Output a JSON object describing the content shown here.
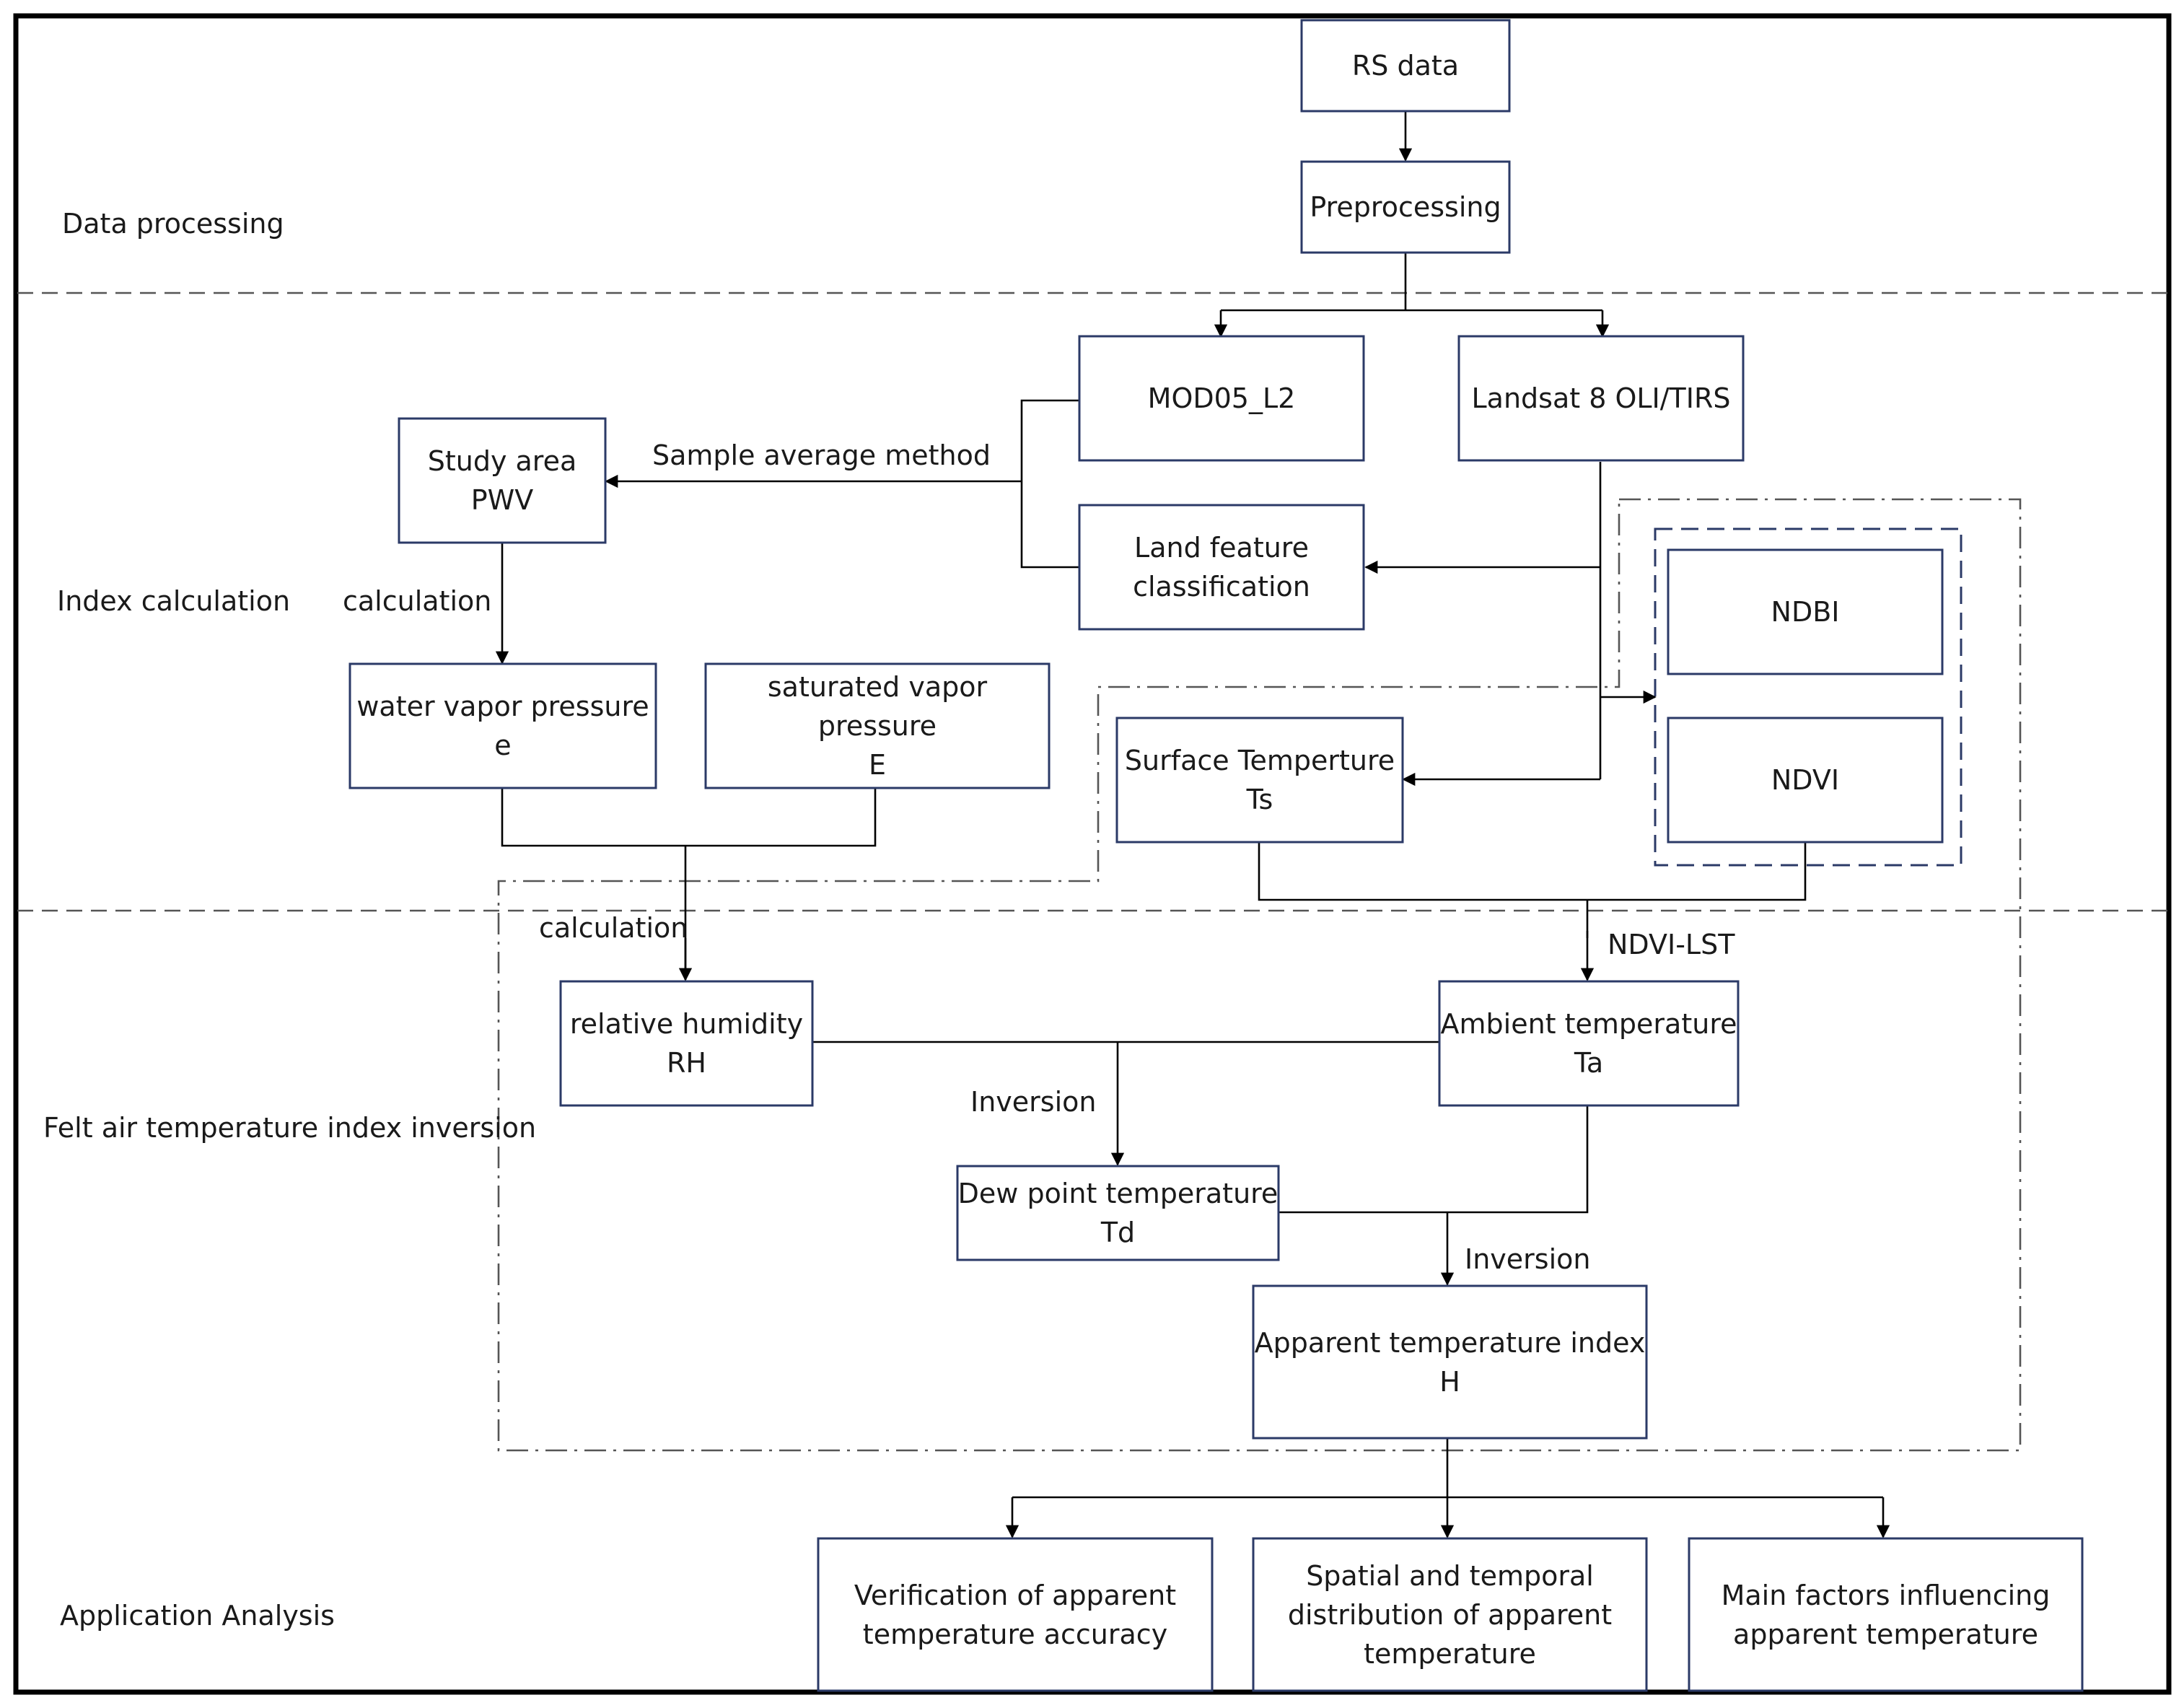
{
  "sections": {
    "data_processing": "Data processing",
    "index_calculation": "Index calculation",
    "felt_inversion_line1": "Felt air temperature",
    "felt_inversion_line2": "index inversion",
    "application": "Application Analysis"
  },
  "boxes": {
    "rs_data": "RS data",
    "preprocessing": "Preprocessing",
    "mod05": "MOD05_L2",
    "landsat": "Landsat 8 OLI/TIRS",
    "land_feature_l1": "Land feature",
    "land_feature_l2": "classification",
    "study_area_l1": "Study area",
    "study_area_l2": "PWV",
    "ndbi": "NDBI",
    "ndvi": "NDVI",
    "water_vapor_l1": "water vapor pressure",
    "water_vapor_l2": "e",
    "sat_vapor_l1": "saturated vapor pressure",
    "sat_vapor_l2": "E",
    "surface_temp_l1": "Surface Temperture",
    "surface_temp_l2": "Ts",
    "rh_l1": "relative humidity",
    "rh_l2": "RH",
    "ambient_l1": "Ambient temperature",
    "ambient_l2": "Ta",
    "dew_l1": "Dew point temperature",
    "dew_l2": "Td",
    "apparent_l1": "Apparent temperature index",
    "apparent_l2": "H",
    "verif_l1": "Verification of apparent",
    "verif_l2": "temperature accuracy",
    "spatial_l1": "Spatial and temporal",
    "spatial_l2": "distribution of apparent",
    "spatial_l3": "temperature",
    "factors_l1": "Main factors influencing",
    "factors_l2": "apparent temperature"
  },
  "edge_labels": {
    "sample_average": "Sample average method",
    "calculation_1": "calculation",
    "calculation_2": "calculation",
    "ndvi_lst": "NDVI-LST",
    "inversion_1": "Inversion",
    "inversion_2": "Inversion"
  }
}
